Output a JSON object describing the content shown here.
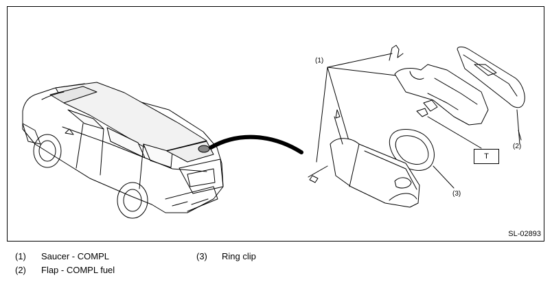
{
  "diagram": {
    "code": "SL-02893",
    "tool_box": "T",
    "callouts": [
      "(1)",
      "(2)",
      "(3)"
    ]
  },
  "legend": [
    {
      "num": "(1)",
      "text": "Saucer - COMPL"
    },
    {
      "num": "(2)",
      "text": "Flap - COMPL fuel"
    },
    {
      "num": "(3)",
      "text": "Ring clip"
    }
  ]
}
